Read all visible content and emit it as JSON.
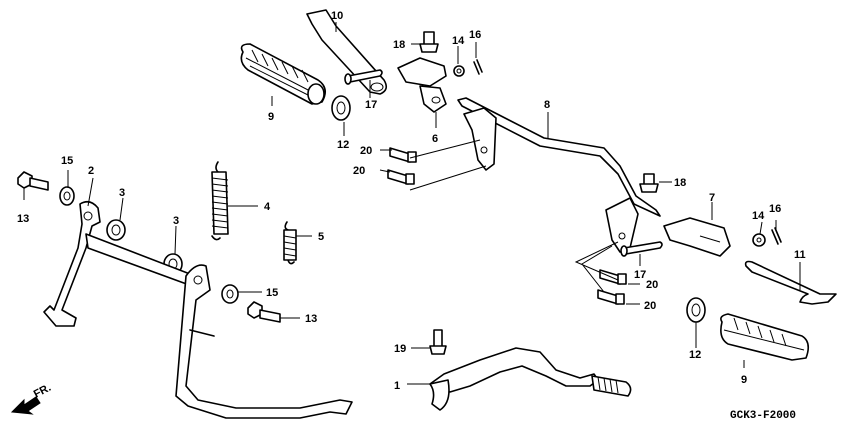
{
  "callouts": {
    "c1": "1",
    "c2": "2",
    "c3a": "3",
    "c3b": "3",
    "c4": "4",
    "c5": "5",
    "c6": "6",
    "c7": "7",
    "c8": "8",
    "c9a": "9",
    "c9b": "9",
    "c10": "10",
    "c11": "11",
    "c12a": "12",
    "c12b": "12",
    "c13a": "13",
    "c13b": "13",
    "c14a": "14",
    "c14b": "14",
    "c15a": "15",
    "c15b": "15",
    "c16a": "16",
    "c16b": "16",
    "c17a": "17",
    "c17b": "17",
    "c18a": "18",
    "c18b": "18",
    "c19": "19",
    "c20a": "20",
    "c20b": "20",
    "c20c": "20",
    "c20d": "20"
  },
  "front_label": "FR.",
  "diagram_code": "GCK3-F2000"
}
